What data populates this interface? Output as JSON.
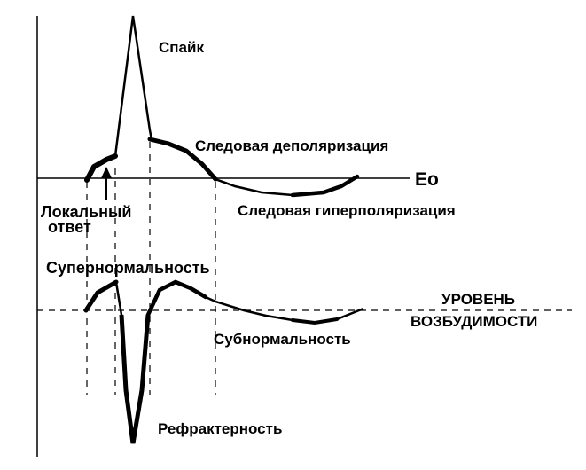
{
  "labels": {
    "spike": "Спайк",
    "trace_depolarization": "Следовая деполяризация",
    "resting_potential": "Ео",
    "trace_hyperpolarization": "Следовая гиперполяризация",
    "local_response_line1": "Локальный",
    "local_response_line2": "ответ",
    "supernormality": "Супернормальность",
    "excitability_level_line1": "УРОВЕНЬ",
    "excitability_level_line2": "ВОЗБУДИМОСТИ",
    "subnormality": "Субнормальность",
    "refractoriness": "Рефрактерность"
  },
  "colors": {
    "ink": "#000000",
    "background": "#ffffff"
  }
}
